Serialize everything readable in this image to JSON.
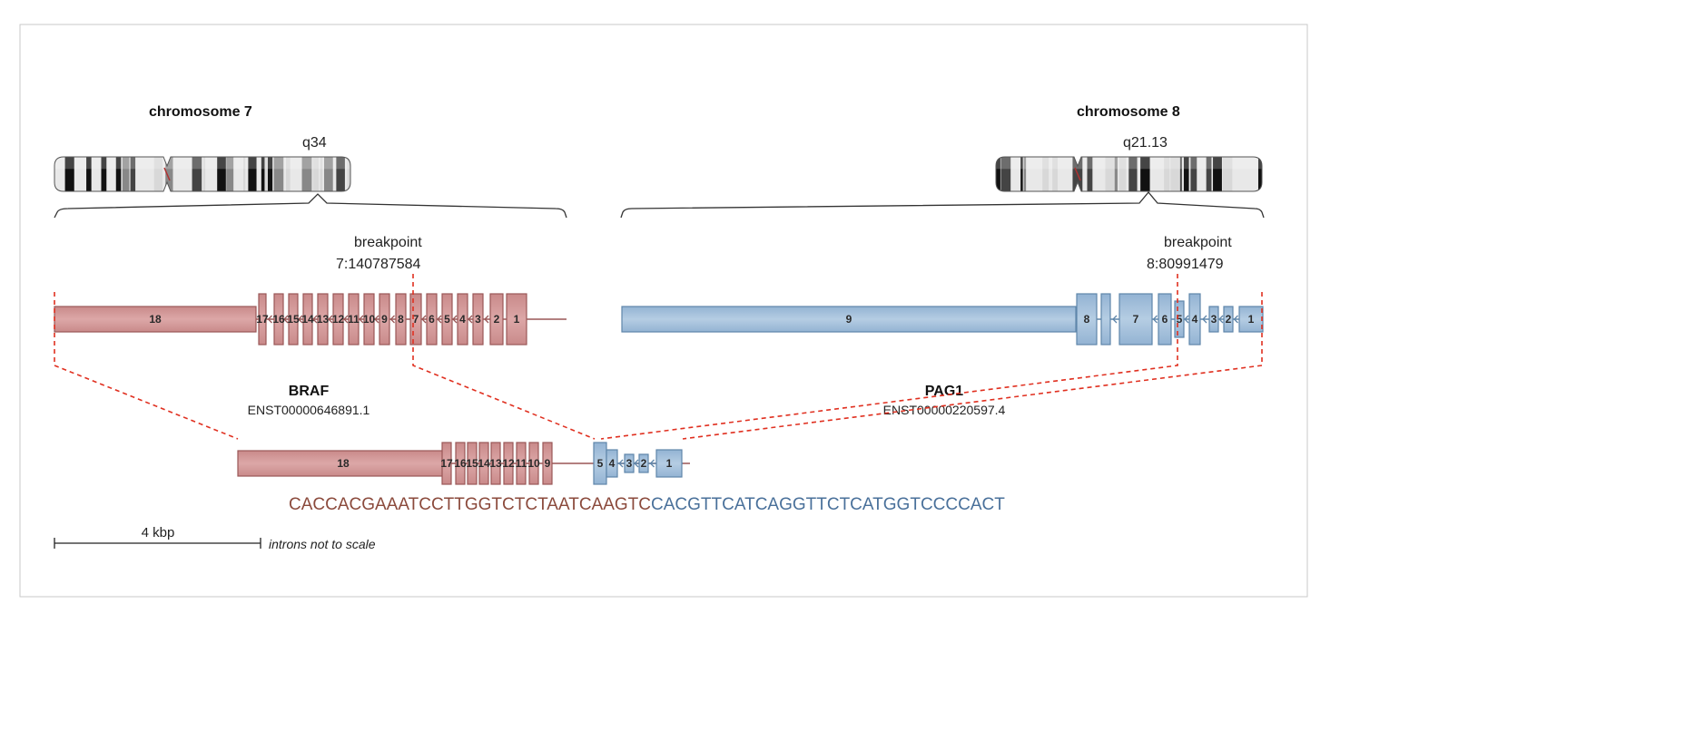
{
  "palette": {
    "braf_fill": "#dca7a7",
    "braf_stroke": "#9a5757",
    "pag_fill": "#b5cde3",
    "pag_stroke": "#5f86aa",
    "breakpoint": "#e03020"
  },
  "chromosomes": [
    {
      "title": "chromosome 7",
      "band": "q34"
    },
    {
      "title": "chromosome 8",
      "band": "q21.13"
    }
  ],
  "breakpoints": [
    {
      "label": "breakpoint",
      "pos": "7:140787584"
    },
    {
      "label": "breakpoint",
      "pos": "8:80991479"
    }
  ],
  "genes": {
    "braf": {
      "name": "BRAF",
      "transcript": "ENST00000646891.1",
      "exons": [
        "18",
        "17",
        "16",
        "15",
        "14",
        "13",
        "12",
        "11",
        "10",
        "9",
        "8",
        "7",
        "6",
        "5",
        "4",
        "3",
        "2",
        "1"
      ]
    },
    "pag1": {
      "name": "PAG1",
      "transcript": "ENST00000220597.4",
      "exons": [
        "9",
        "8",
        "7",
        "6",
        "5",
        "4",
        "3",
        "2",
        "1"
      ]
    }
  },
  "fusion": {
    "braf_exons": [
      "18",
      "17",
      "16",
      "15",
      "14",
      "13",
      "12",
      "11",
      "10",
      "9"
    ],
    "pag_exons": [
      "5",
      "4",
      "3",
      "2",
      "1"
    ]
  },
  "sequence": {
    "left": "CACCACGAAATCCTTGGTCTCTAATCAAGTC",
    "right": "CACGTTCATCAGGTTCTCATGGTCCCCACT"
  },
  "scale": {
    "label": "4 kbp",
    "note": "introns not to scale"
  }
}
